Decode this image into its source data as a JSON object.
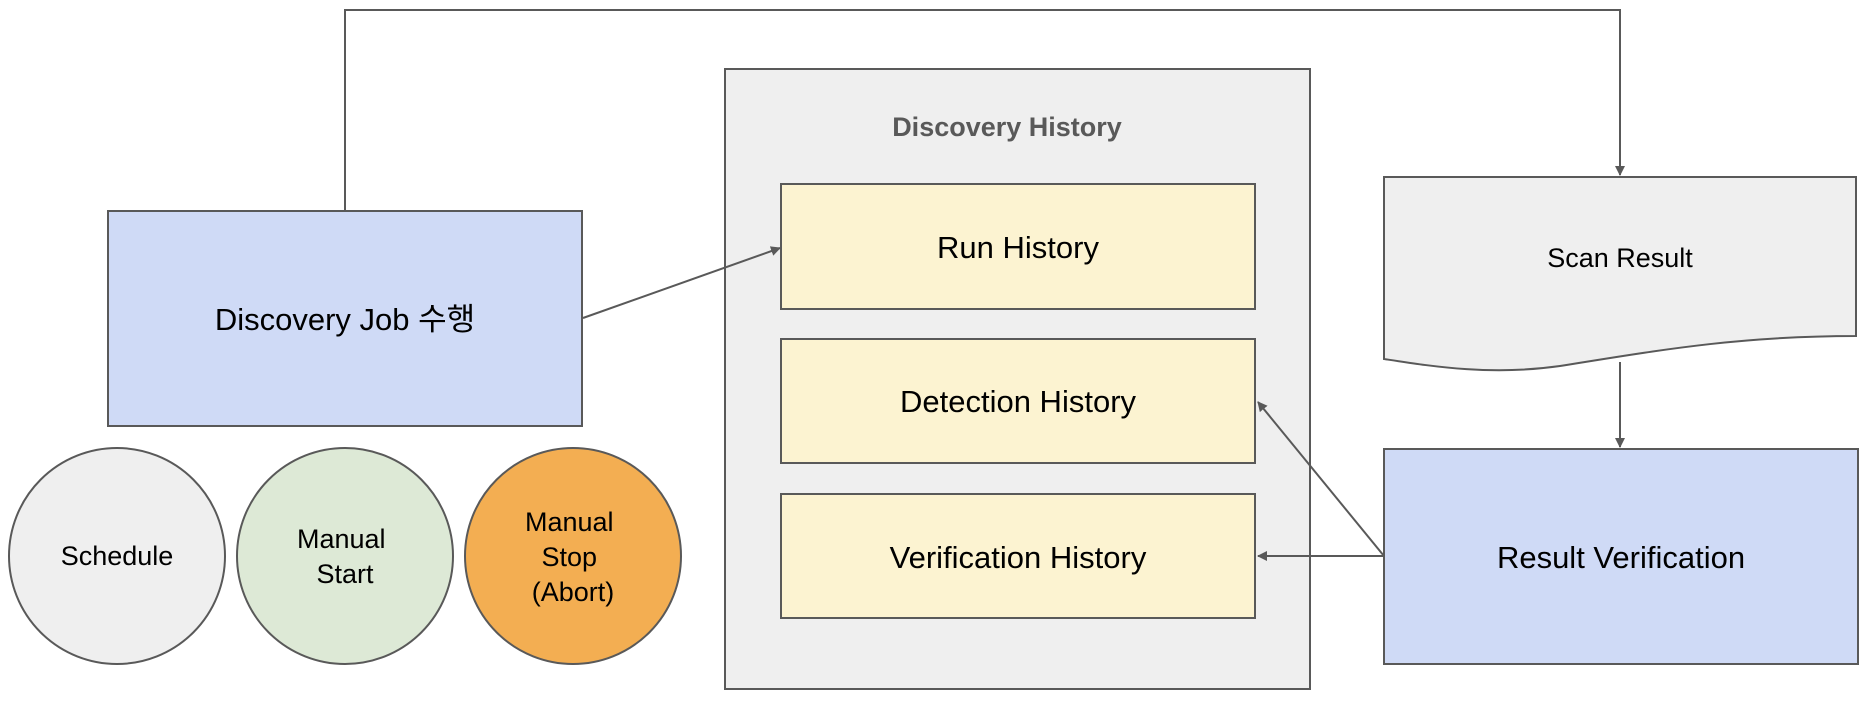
{
  "colors": {
    "stroke": "#595959",
    "job_fill": "#cfdaf6",
    "history_panel_fill": "#efefef",
    "history_item_fill": "#fcf3d1",
    "scan_result_fill": "#efefef",
    "verification_fill": "#cfdaf6",
    "schedule_fill": "#efefef",
    "manual_start_fill": "#dde9d6",
    "manual_stop_fill": "#f3ae52",
    "panel_title": "#595959"
  },
  "job": {
    "label": "Discovery Job 수행"
  },
  "triggers": {
    "schedule": "Schedule",
    "manual_start": [
      "Manual",
      "Start"
    ],
    "manual_stop": [
      "Manual",
      "Stop",
      "(Abort)"
    ]
  },
  "history": {
    "title": "Discovery History",
    "run": "Run History",
    "detection": "Detection History",
    "verification": "Verification History"
  },
  "scan_result": {
    "label": "Scan Result"
  },
  "result_verification": {
    "label": "Result Verification"
  }
}
